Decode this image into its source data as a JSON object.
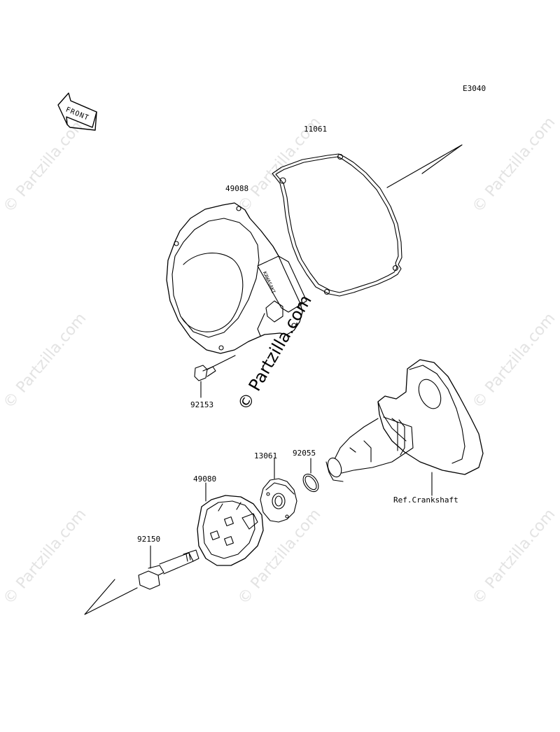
{
  "diagram_code": "E3040",
  "front_label": "FRONT",
  "cover_marking": "KAWASAKI",
  "watermark_text": "© Partzilla.com",
  "parts": [
    {
      "id": "gasket",
      "number": "11061"
    },
    {
      "id": "cover",
      "number": "49088"
    },
    {
      "id": "bolt-cover",
      "number": "92153"
    },
    {
      "id": "housing",
      "number": "49080"
    },
    {
      "id": "flange",
      "number": "13061"
    },
    {
      "id": "oring",
      "number": "92055"
    },
    {
      "id": "bolt-main",
      "number": "92150"
    }
  ],
  "reference_label": "Ref.Crankshaft",
  "colors": {
    "line": "#000000",
    "watermark": "#e3e3e3",
    "background": "#ffffff"
  }
}
